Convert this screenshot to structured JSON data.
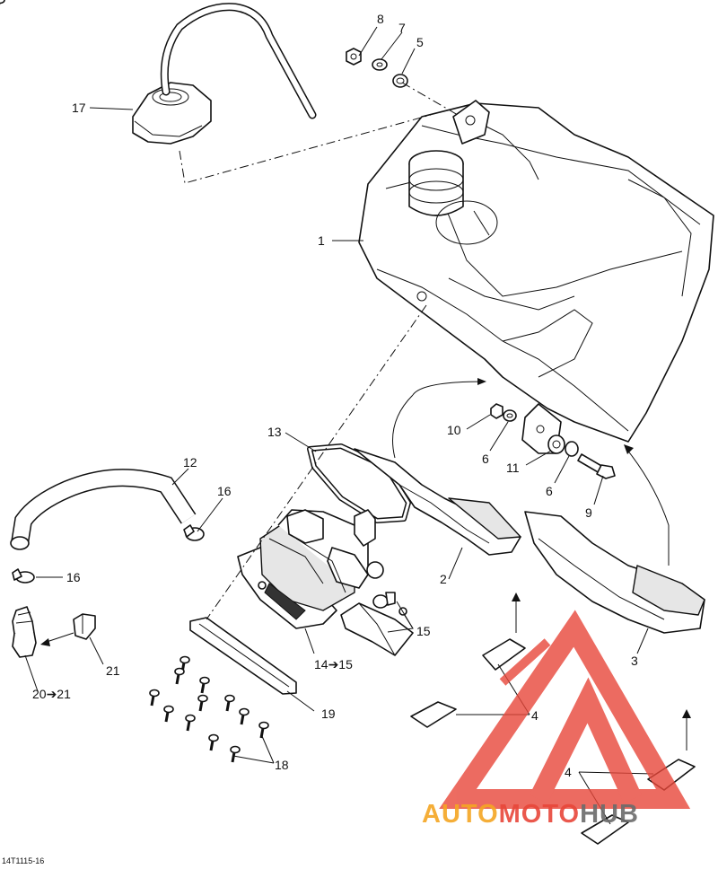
{
  "diagram_ref": "14T1115-16",
  "callouts": {
    "c1": "1",
    "c2": "2",
    "c3": "3",
    "c4a": "4",
    "c4b": "4",
    "c5": "5",
    "c6a": "6",
    "c6b": "6",
    "c7": "7",
    "c8": "8",
    "c9": "9",
    "c10": "10",
    "c11": "11",
    "c12": "12",
    "c13": "13",
    "c14": "14➔15",
    "c15": "15",
    "c16a": "16",
    "c16b": "16",
    "c17": "17",
    "c18": "18",
    "c19": "19",
    "c20": "20➔21",
    "c21": "21"
  },
  "watermark": {
    "part1": "AUTO",
    "part2": "MOTO",
    "part3": "HUB",
    "color_orange": "#f5a623",
    "color_red": "#e8473a",
    "color_grey": "#6b6b6b"
  }
}
